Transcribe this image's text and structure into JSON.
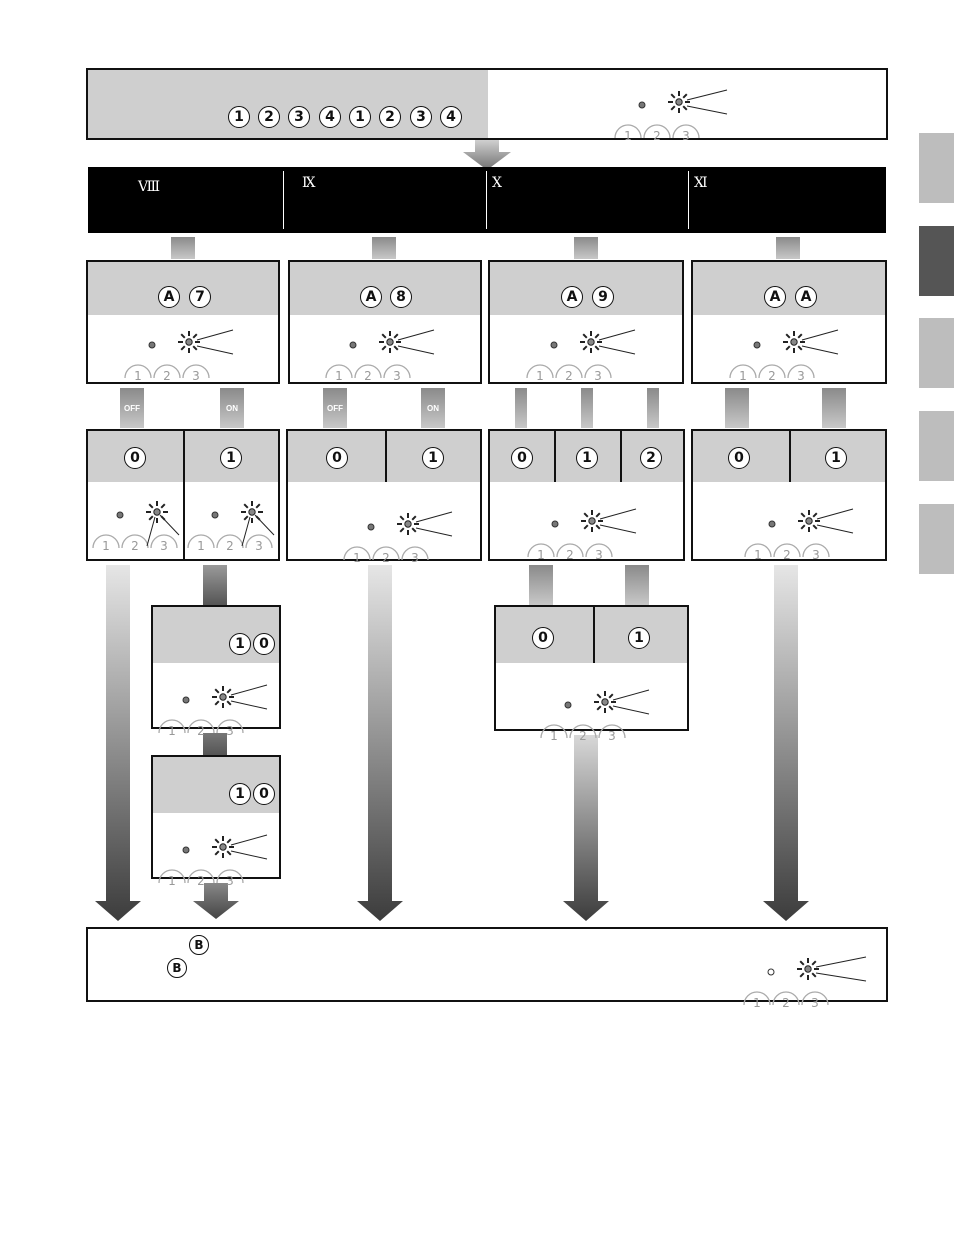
{
  "top_box": {
    "sequence": [
      "1",
      "2",
      "3",
      "4",
      "1",
      "2",
      "3",
      "4"
    ]
  },
  "roman_header": [
    "Ⅷ",
    "Ⅸ",
    "Ⅹ",
    "Ⅺ"
  ],
  "column_codes": [
    [
      "A",
      "7"
    ],
    [
      "A",
      "8"
    ],
    [
      "A",
      "9"
    ],
    [
      "A",
      "A"
    ]
  ],
  "switch_labels": [
    "OFF",
    "ON",
    "OFF",
    "ON"
  ],
  "option_values": {
    "col1": [
      "0",
      "1"
    ],
    "col2": [
      "0",
      "1"
    ],
    "col3": [
      "0",
      "1",
      "2"
    ],
    "col4": [
      "0",
      "1"
    ]
  },
  "sub_boxes": {
    "col1_first": [
      "1",
      "0"
    ],
    "col1_second": [
      "1",
      "0"
    ],
    "col3_options": [
      "0",
      "1"
    ]
  },
  "bottom_box": {
    "marker_1": "B",
    "marker_2": "B"
  },
  "led_digits": [
    "1",
    "2",
    "3"
  ],
  "colors": {
    "header_black": "#000000",
    "panel_gray": "#cfcfcf",
    "tab_light": "#bdbdbd",
    "tab_dark": "#555555"
  }
}
